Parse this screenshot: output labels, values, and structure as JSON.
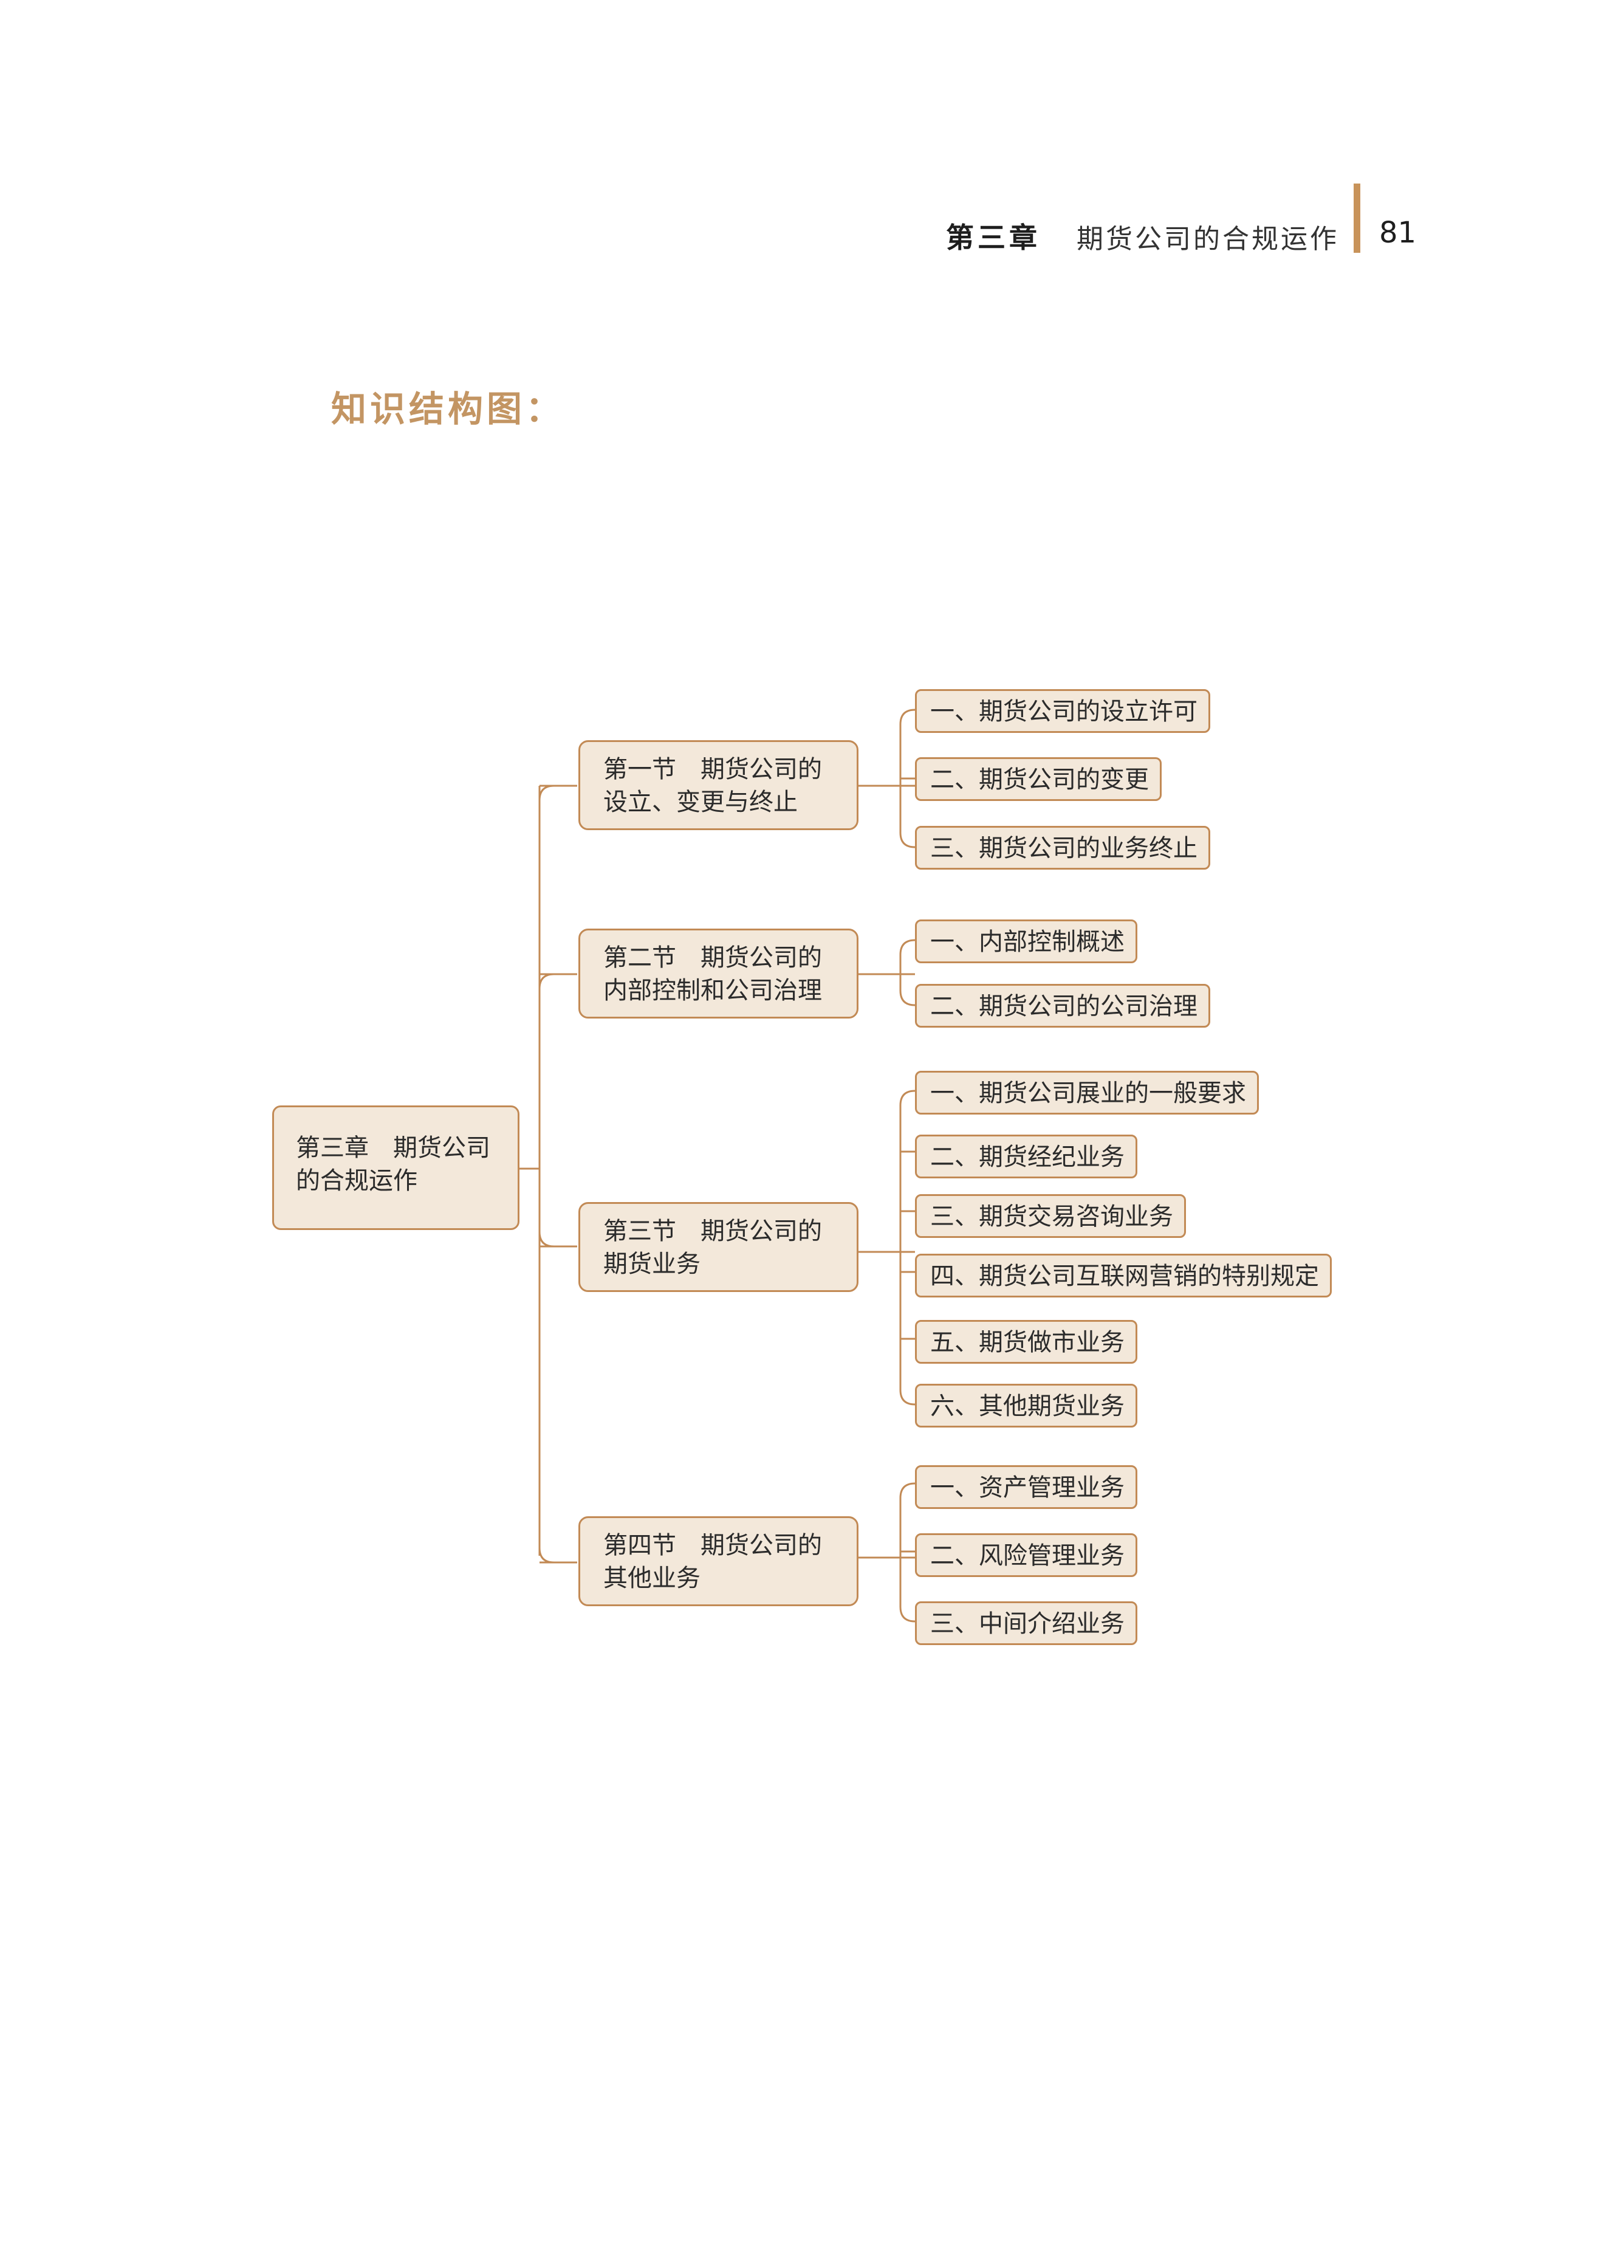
{
  "header": {
    "chapter": "第三章",
    "chapter_title": "期货公司的合规运作",
    "page_number": "81"
  },
  "section_heading": "知识结构图：",
  "colors": {
    "accent": "#c8935a",
    "node_fill": "#f3e8da",
    "node_border": "#c28a55",
    "heading": "#c39563"
  },
  "tree": {
    "root": {
      "line1": "第三章",
      "line1b": "期货公司",
      "line2": "的合规运作"
    },
    "sections": [
      {
        "line1a": "第一节",
        "line1b": "期货公司的",
        "line2": "设立、变更与终止",
        "items": [
          "一、期货公司的设立许可",
          "二、期货公司的变更",
          "三、期货公司的业务终止"
        ]
      },
      {
        "line1a": "第二节",
        "line1b": "期货公司的",
        "line2": "内部控制和公司治理",
        "items": [
          "一、内部控制概述",
          "二、期货公司的公司治理"
        ]
      },
      {
        "line1a": "第三节",
        "line1b": "期货公司的",
        "line2": "期货业务",
        "items": [
          "一、期货公司展业的一般要求",
          "二、期货经纪业务",
          "三、期货交易咨询业务",
          "四、期货公司互联网营销的特别规定",
          "五、期货做市业务",
          "六、其他期货业务"
        ]
      },
      {
        "line1a": "第四节",
        "line1b": "期货公司的",
        "line2": "其他业务",
        "items": [
          "一、资产管理业务",
          "二、风险管理业务",
          "三、中间介绍业务"
        ]
      }
    ]
  }
}
